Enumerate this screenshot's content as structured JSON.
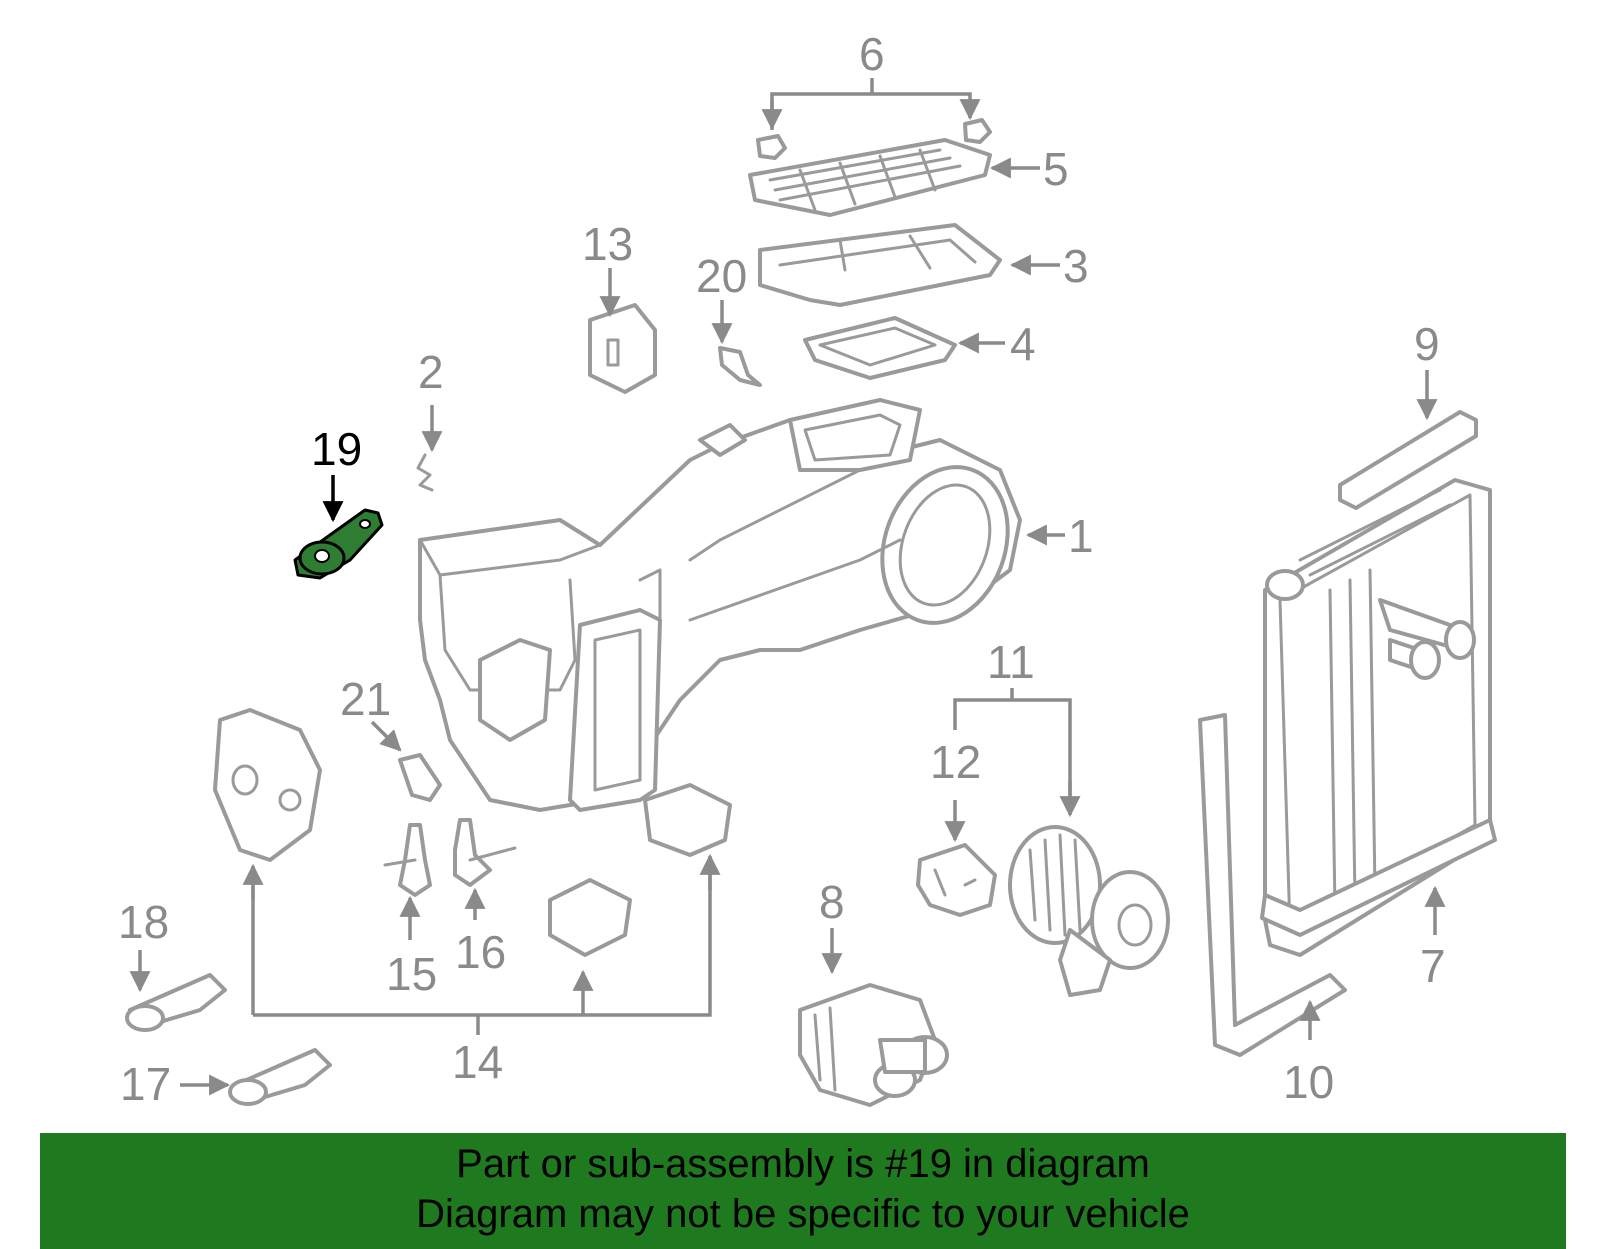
{
  "diagram": {
    "highlight_color": "#2e7d32",
    "banner_color": "#1f7a1f",
    "labels": {
      "l1": "1",
      "l2": "2",
      "l3": "3",
      "l4": "4",
      "l5": "5",
      "l6": "6",
      "l7": "7",
      "l8": "8",
      "l9": "9",
      "l10": "10",
      "l11": "11",
      "l12": "12",
      "l13": "13",
      "l14": "14",
      "l15": "15",
      "l16": "16",
      "l17": "17",
      "l18": "18",
      "l19": "19",
      "l20": "20",
      "l21": "21"
    },
    "highlighted_part": "19"
  },
  "banner": {
    "line1": "Part or sub-assembly is #19 in diagram",
    "line2": "Diagram may not be specific to your vehicle"
  }
}
